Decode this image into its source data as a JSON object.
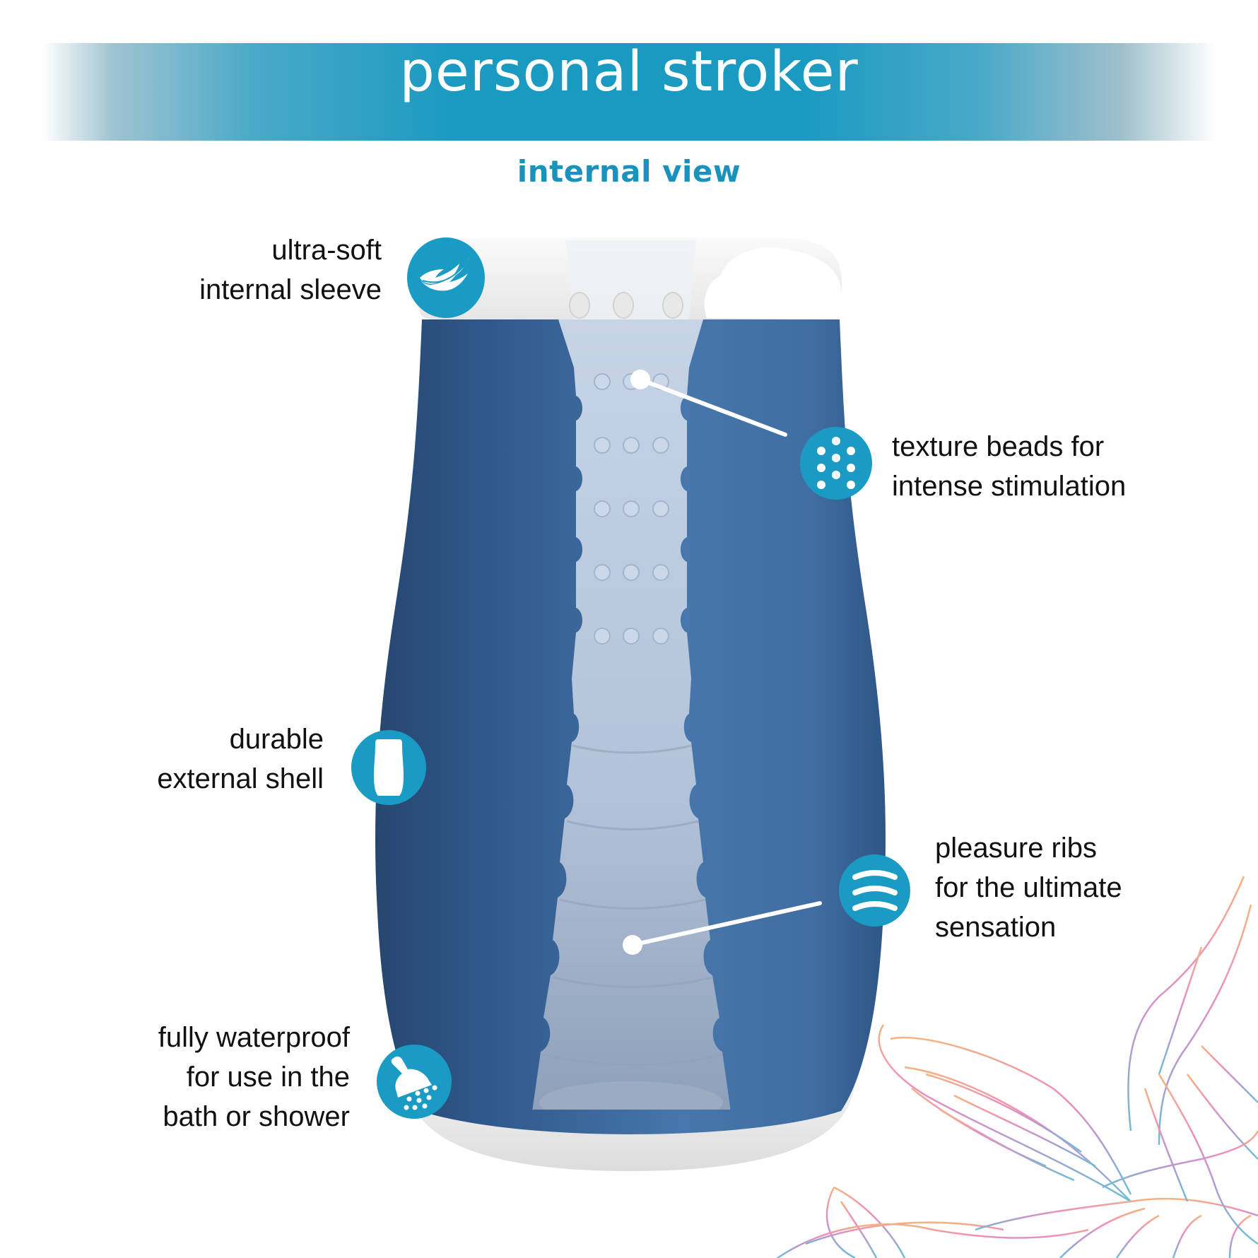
{
  "header": {
    "title": "personal stroker",
    "subtitle": "internal view"
  },
  "colors": {
    "banner": "#1b9ac1",
    "subtitle": "#1a93bc",
    "icon_circle": "#1a9bc4",
    "shell_dark": "#2c5486",
    "shell_light": "#4a78ad",
    "sleeve": "#b3c4da",
    "cap": "#f4f4f4",
    "text": "#111111"
  },
  "features": [
    {
      "id": "sleeve",
      "icon": "feather-icon",
      "lines": [
        "ultra-soft",
        "internal sleeve"
      ]
    },
    {
      "id": "beads",
      "icon": "dots-icon",
      "lines": [
        "texture beads for",
        "intense stimulation"
      ]
    },
    {
      "id": "shell",
      "icon": "shell-shape-icon",
      "lines": [
        "durable",
        "external shell"
      ]
    },
    {
      "id": "ribs",
      "icon": "ribs-icon",
      "lines": [
        "pleasure ribs",
        "for the ultimate",
        "sensation"
      ]
    },
    {
      "id": "waterproof",
      "icon": "shower-icon",
      "lines": [
        "fully waterproof",
        "for use in the",
        "bath or shower"
      ]
    }
  ]
}
